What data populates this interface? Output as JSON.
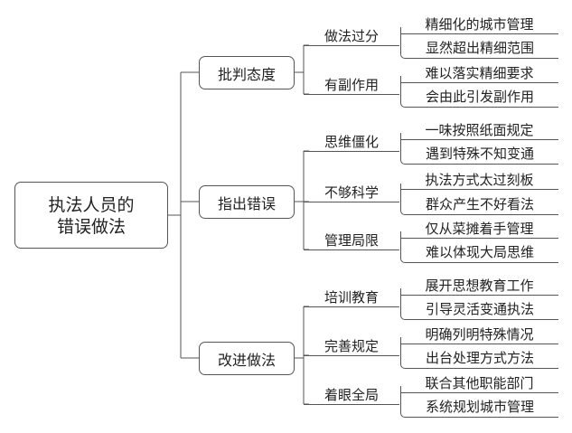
{
  "root": {
    "line1": "执法人员的",
    "line2": "错误做法"
  },
  "branches": [
    {
      "label": "批判态度",
      "children": [
        {
          "label": "做法过分",
          "leaves": [
            "精细化的城市管理",
            "显然超出精细范围"
          ]
        },
        {
          "label": "有副作用",
          "leaves": [
            "难以落实精细要求",
            "会由此引发副作用"
          ]
        }
      ]
    },
    {
      "label": "指出错误",
      "children": [
        {
          "label": "思维僵化",
          "leaves": [
            "一味按照纸面规定",
            "遇到特殊不知变通"
          ]
        },
        {
          "label": "不够科学",
          "leaves": [
            "执法方式太过刻板",
            "群众产生不好看法"
          ]
        },
        {
          "label": "管理局限",
          "leaves": [
            "仅从菜摊着手管理",
            "难以体现大局思维"
          ]
        }
      ]
    },
    {
      "label": "改进做法",
      "children": [
        {
          "label": "培训教育",
          "leaves": [
            "展开思想教育工作",
            "引导灵活变通执法"
          ]
        },
        {
          "label": "完善规定",
          "leaves": [
            "明确列明特殊情况",
            "出台处理方式方法"
          ]
        },
        {
          "label": "着眼全局",
          "leaves": [
            "联合其他职能部门",
            "系统规划城市管理"
          ]
        }
      ]
    }
  ]
}
